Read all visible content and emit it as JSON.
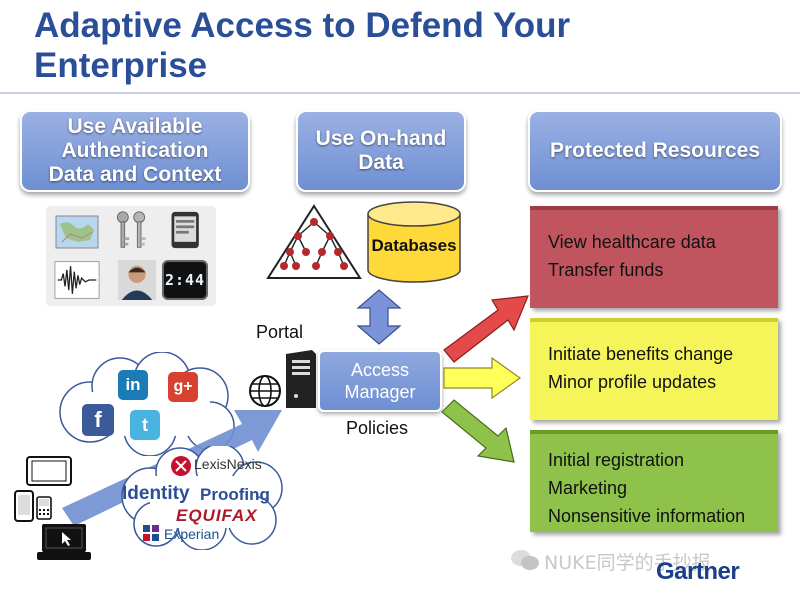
{
  "title": {
    "line1": "Adaptive Access to Defend Your",
    "line2": "Enterprise"
  },
  "columns": {
    "left_header": "Use Available\nAuthentication\nData and Context",
    "middle_header": "Use On-hand\nData",
    "right_header": "Protected Resources"
  },
  "middle": {
    "databases_label": "Databases",
    "portal_label": "Portal",
    "access_manager_label": "Access\nManager",
    "policies_label": "Policies"
  },
  "resources": [
    {
      "lines": [
        "View healthcare data",
        "Transfer funds"
      ],
      "color": "#c0555f"
    },
    {
      "lines": [
        "Initiate benefits change",
        "Minor profile updates"
      ],
      "color": "#f5f55a"
    },
    {
      "lines": [
        "Initial registration",
        "Marketing",
        "Nonsensitive information"
      ],
      "color": "#8fc24a"
    }
  ],
  "identity_cloud": {
    "lexisnexis": "LexisNexis",
    "identity": "Identity",
    "proofing": "Proofing",
    "equifax": "EQUIFAX",
    "experian": "Experian"
  },
  "social_icons": [
    "linkedin-icon",
    "google-plus-icon",
    "facebook-icon",
    "twitter-icon"
  ],
  "social_letters": {
    "linkedin": "in",
    "google_plus": "g+",
    "facebook": "f",
    "twitter": "t"
  },
  "auth_context_icons": [
    "map-icon",
    "keys-icon",
    "phone-icon",
    "voiceprint-icon",
    "face-photo-icon",
    "token-display-icon"
  ],
  "token_display": "2:44",
  "watermark": "NUKE同学的手抄报",
  "brand": "Gartner",
  "colors": {
    "title": "#2a4e97",
    "header_box": "#7592d6",
    "red_box": "#c0555f",
    "yellow_box": "#f5f55a",
    "green_box": "#8fc24a",
    "database": "#ffd83a"
  }
}
